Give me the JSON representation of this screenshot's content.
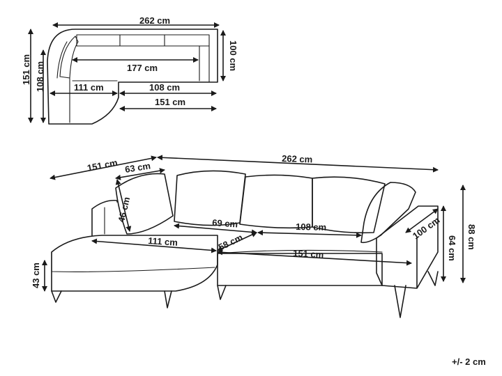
{
  "top_view": {
    "width_total": "262 cm",
    "depth_total": "151 cm",
    "depth_back": "108 cm",
    "depth_seat": "100 cm",
    "inner_width": "177 cm",
    "chaise_width": "111 cm",
    "seat_width": "108 cm",
    "right_width": "151 cm"
  },
  "front_view": {
    "chaise_depth": "151 cm",
    "total_width": "262 cm",
    "cushion_width": "63 cm",
    "cushion_height": "46 cm",
    "seat_depth_inner": "69 cm",
    "seat_width": "108 cm",
    "chaise_width": "111 cm",
    "seat_depth": "58 cm",
    "base_width": "151 cm",
    "arm_depth": "100 cm",
    "seat_height": "43 cm",
    "arm_height": "64 cm",
    "total_height": "88 cm"
  },
  "tolerance": "+/- 2 cm"
}
